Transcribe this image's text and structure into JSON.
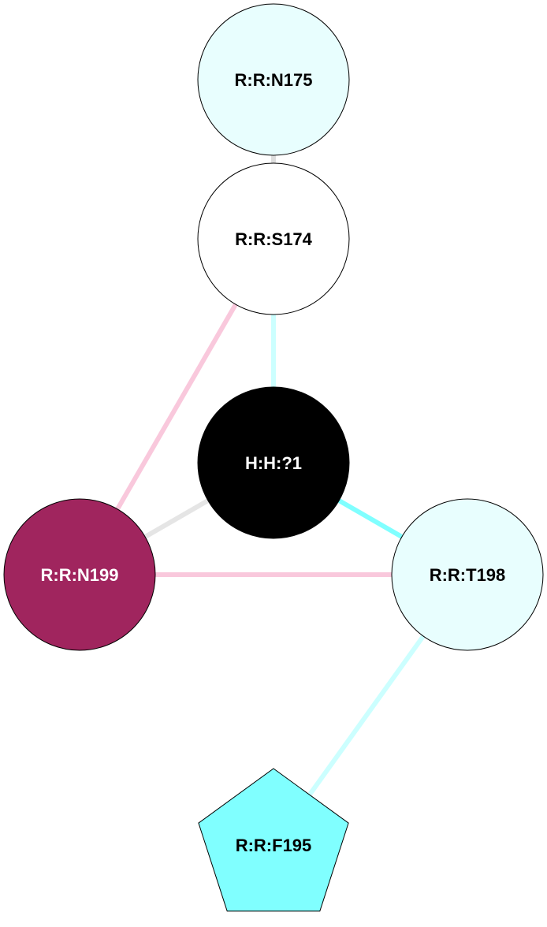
{
  "nodes": [
    {
      "id": "N175",
      "label": "R:R:N175",
      "shape": "circle",
      "fill": "#e8fefe",
      "text_color": "#000000"
    },
    {
      "id": "S174",
      "label": "R:R:S174",
      "shape": "circle",
      "fill": "#ffffff",
      "text_color": "#000000"
    },
    {
      "id": "H1",
      "label": "H:H:?1",
      "shape": "circle",
      "fill": "#000000",
      "text_color": "#ffffff"
    },
    {
      "id": "N199",
      "label": "R:R:N199",
      "shape": "circle",
      "fill": "#a0255e",
      "text_color": "#ffffff"
    },
    {
      "id": "T198",
      "label": "R:R:T198",
      "shape": "circle",
      "fill": "#e8fefe",
      "text_color": "#000000"
    },
    {
      "id": "F195",
      "label": "R:R:F195",
      "shape": "pentagon",
      "fill": "#80ffff",
      "text_color": "#000000"
    }
  ],
  "edges": [
    {
      "from": "N175",
      "to": "S174",
      "color": "#dddddd"
    },
    {
      "from": "S174",
      "to": "H1",
      "color": "#ccffff"
    },
    {
      "from": "S174",
      "to": "N199",
      "color": "#f9c8dc"
    },
    {
      "from": "H1",
      "to": "N199",
      "color": "#e5e5e5"
    },
    {
      "from": "H1",
      "to": "T198",
      "color": "#80ffff"
    },
    {
      "from": "N199",
      "to": "T198",
      "color": "#f9c8dc"
    },
    {
      "from": "T198",
      "to": "F195",
      "color": "#ccffff"
    }
  ]
}
